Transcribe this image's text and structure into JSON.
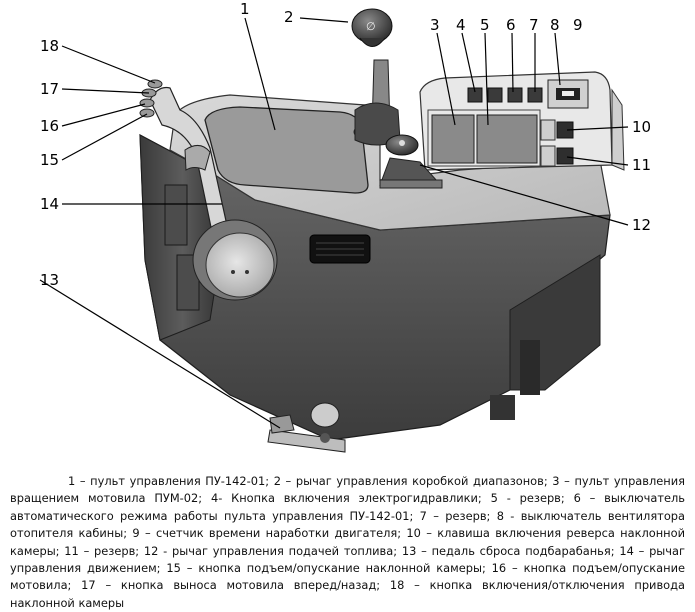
{
  "figure": {
    "callouts": [
      "1",
      "2",
      "3",
      "4",
      "5",
      "6",
      "7",
      "8",
      "9",
      "10",
      "11",
      "12",
      "13",
      "14",
      "15",
      "16",
      "17",
      "18"
    ],
    "small_labels": [
      "∅"
    ]
  },
  "caption": "1 – пульт управления ПУ-142-01; 2 – рычаг управления коробкой диапазонов; 3 – пульт управления вращением мотовила ПУМ-02; 4- Кнопка включения электрогидравлики; 5 - резерв; 6 – выключатель автоматического режима работы пульта управления ПУ-142-01; 7 – резерв; 8 - выключатель вентилятора отопителя кабины; 9 – счетчик времени наработки двигателя; 10 – клавиша включения реверса  наклонной камеры; 11 – резерв; 12 - рычаг управления подачей топлива; 13 – педаль сброса подбарабанья; 14 – рычаг управления движением; 15 – кнопка подъем/опускание наклонной камеры; 16 – кнопка подъем/опускание мотовила; 17 – кнопка выноса мотовила вперед/назад; 18 – кнопка включения/отключения привода наклонной камеры"
}
